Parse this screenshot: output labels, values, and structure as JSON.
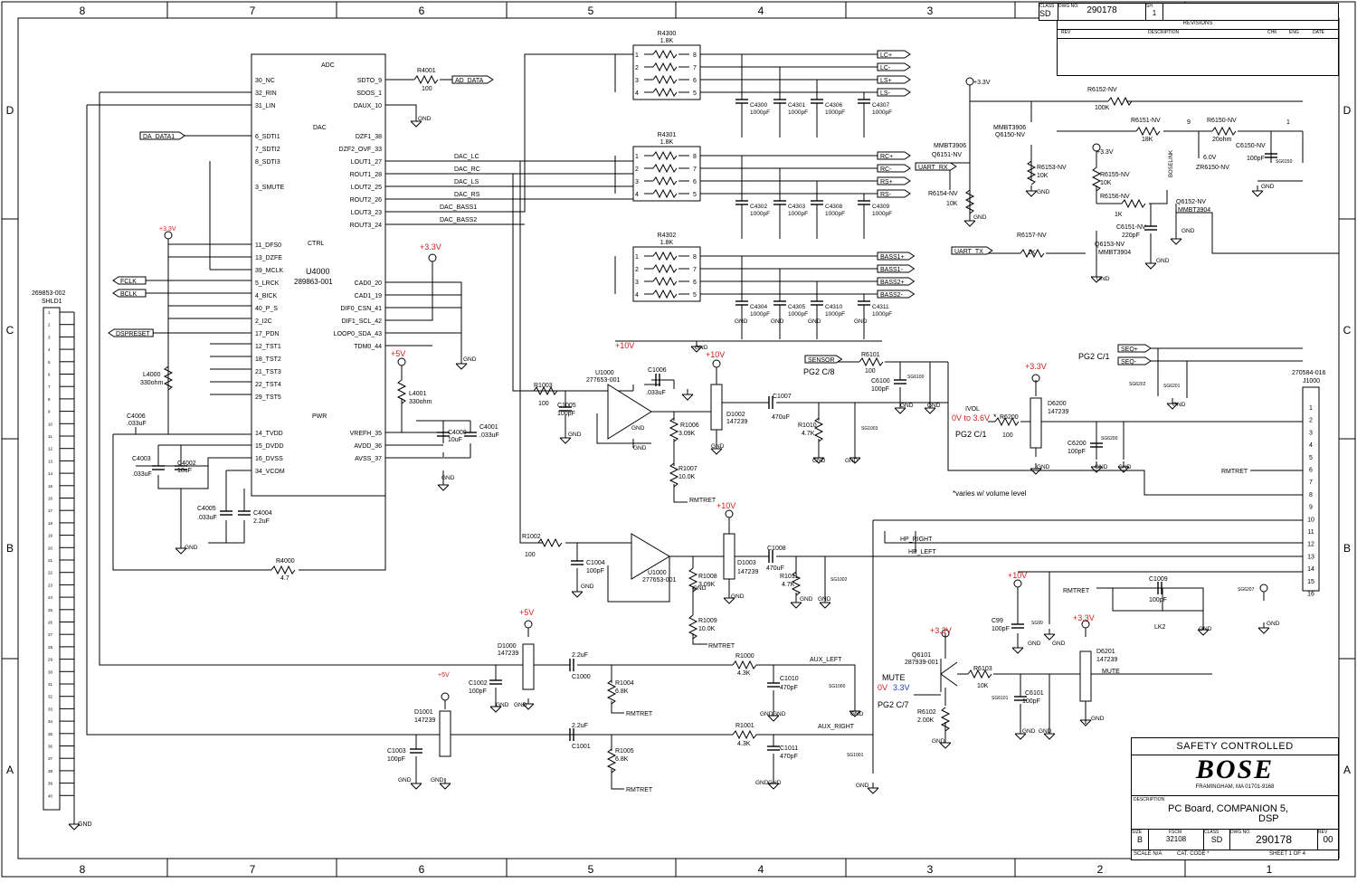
{
  "zones": {
    "cols_top": [
      "8",
      "7",
      "6",
      "5",
      "4",
      "3",
      "2",
      "1"
    ],
    "cols_bottom": [
      "8",
      "7",
      "6",
      "5",
      "4",
      "3",
      "2",
      "1"
    ],
    "rows": [
      "D",
      "C",
      "B",
      "A"
    ]
  },
  "title_strip": {
    "class_label": "CLASS",
    "class_value": "SD",
    "dwg_label": "DWG NO.",
    "dwg_value": "290178",
    "sh_label": "SH",
    "sh_value": "1",
    "revisions_title": "REVISIONS",
    "rev_cols": [
      "REV",
      "DESCRIPTION",
      "CHK",
      "ENG",
      "DATE"
    ]
  },
  "title_block": {
    "safety": "SAFETY CONTROLLED",
    "logo": "BOSE",
    "address": "FRAMINGHAM, MA 01701-9168",
    "desc_label": "DESCRIPTION",
    "desc_line1": "PC Board, COMPANION 5,",
    "desc_line2": "DSP",
    "size_label": "SIZE",
    "size": "B",
    "fscm_label": "FSCM",
    "fscm": "32108",
    "class_label": "CLASS",
    "class": "SD",
    "dwg_label": "DWG NO.",
    "dwg": "290178",
    "rev_label": "REV",
    "rev": "00",
    "scale": "SCALE N/A",
    "cat": "CAT. CODE *",
    "sheet": "SHEET 1 OF 4"
  },
  "connector_left": {
    "part": "269853-002",
    "ref": "SHLD1",
    "pins": [
      "1",
      "2",
      "3",
      "4",
      "5",
      "6",
      "7",
      "8",
      "9",
      "10",
      "11",
      "12",
      "13",
      "14",
      "15",
      "16",
      "17",
      "18",
      "19",
      "20",
      "21",
      "22",
      "23",
      "24",
      "25",
      "26",
      "27",
      "28",
      "29",
      "30",
      "31",
      "32",
      "33",
      "34",
      "35",
      "36",
      "37",
      "38",
      "39",
      "40"
    ],
    "gnd": "GND"
  },
  "u4000": {
    "ref": "U4000",
    "part": "289863-001",
    "sec_adc": "ADC",
    "sec_dac": "DAC",
    "sec_ctrl": "CTRL",
    "sec_pwr": "PWR",
    "left_pins": [
      "30_NC",
      "32_RIN",
      "31_LIN",
      "6_SDTI1",
      "7_SDTI2",
      "8_SDTI3",
      "3_SMUTE",
      "11_DFS0",
      "13_DZFE",
      "39_MCLK",
      "5_LRCK",
      "4_BICK",
      "40_P_S",
      "2_I2C",
      "17_PDN",
      "12_TST1",
      "18_TST2",
      "21_TST3",
      "22_TST4",
      "29_TST5",
      "14_TVDD",
      "15_DVDD",
      "16_DVSS",
      "34_VCOM"
    ],
    "right_pins": [
      "SDTO_9",
      "SDOS_1",
      "DAUX_10",
      "DZF1_38",
      "DZF2_OVF_33",
      "LOUT1_27",
      "ROUT1_28",
      "LOUT2_25",
      "ROUT2_26",
      "LOUT3_23",
      "ROUT3_24",
      "CAD0_20",
      "CAD1_19",
      "DIF0_CSN_41",
      "DIF1_SCL_42",
      "LOOP0_SDA_43",
      "TDM0_44",
      "VREFH_35",
      "AVDD_36",
      "AVSS_37"
    ]
  },
  "nets": {
    "ad_data": "AD_DATA",
    "da_data1": "DA_DATA1",
    "fclk": "FCLK",
    "bclk": "BCLK",
    "dspreset": "DSPRESET",
    "dac": [
      "DAC_LC",
      "DAC_RC",
      "DAC_LS",
      "DAC_RS",
      "DAC_BASS1",
      "DAC_BASS2"
    ],
    "out_lc": [
      "LC+",
      "LC-",
      "LS+",
      "LS-"
    ],
    "out_rc": [
      "RC+",
      "RC-",
      "RS+",
      "RS-"
    ],
    "out_bass": [
      "BASS1+",
      "BASS1-",
      "BASS2+",
      "BASS2-"
    ],
    "uart_rx": "UART_RX",
    "uart_tx": "UART_TX",
    "sensor": "SENSOR",
    "seq_p": "SEQ+",
    "seq_n": "SEQ-",
    "hp_right": "HP_RIGHT",
    "hp_left": "HP_LEFT",
    "aux_left": "AUX_LEFT",
    "aux_right": "AUX_RIGHT",
    "rmtret": "RMTRET",
    "mute": "MUTE",
    "mute_bar": "MUTE",
    "bose_link": "BOSELINK"
  },
  "labels": {
    "gnd": "GND",
    "p33": "+3.3V",
    "p5": "+5V",
    "p10": "+10V",
    "pg2c8": "PG2 C/8",
    "pg2c1a": "PG2 C/1",
    "pg2c1b": "PG2 C/1",
    "pg2c7": "PG2 C/7",
    "ivol": "IVOL",
    "ivol_range": "0V to 3.6V",
    "ivol_star": "*",
    "mute_0v": "0V",
    "mute_33": "3.3V",
    "varies": "*varies w/ volume level",
    "node9": "9",
    "node1": "1"
  },
  "arrays": [
    {
      "ref": "R4300",
      "val": "1.8K"
    },
    {
      "ref": "R4301",
      "val": "1.8K"
    },
    {
      "ref": "R4302",
      "val": "1.8K"
    }
  ],
  "array_pins_left": [
    "1",
    "2",
    "3",
    "4"
  ],
  "array_pins_right": [
    "8",
    "7",
    "6",
    "5"
  ],
  "caps_bank": [
    [
      "C4300",
      "1000pF"
    ],
    [
      "C4301",
      "1000pF"
    ],
    [
      "C4306",
      "1000pF"
    ],
    [
      "C4307",
      "1000pF"
    ],
    [
      "C4302",
      "1000pF"
    ],
    [
      "C4303",
      "1000pF"
    ],
    [
      "C4308",
      "1000pF"
    ],
    [
      "C4309",
      "1000pF"
    ],
    [
      "C4304",
      "1000pF"
    ],
    [
      "C4305",
      "1000pF"
    ],
    [
      "C4310",
      "1000pF"
    ],
    [
      "C4311",
      "1000pF"
    ]
  ],
  "parts": {
    "r4001": [
      "R4001",
      "100"
    ],
    "l4000": [
      "L4000",
      "330ohm"
    ],
    "l4001": [
      "L4001",
      "330ohm"
    ],
    "c4006": [
      "C4006",
      ".033uF"
    ],
    "c4003": [
      "C4003",
      ".033uF"
    ],
    "c4002": [
      "C4002",
      "10uF"
    ],
    "c4005": [
      "C4005",
      ".033uF"
    ],
    "c4004": [
      "C4004",
      "2.2uF"
    ],
    "c4000": [
      "C4000",
      "10uF"
    ],
    "c4001": [
      "C4001",
      ".033uF"
    ],
    "r4000": [
      "R4000",
      "4.7"
    ],
    "r1003": [
      "R1003",
      "100"
    ],
    "c1005": [
      "C1005",
      "100pF"
    ],
    "u1000a": [
      "U1000",
      "277653-001"
    ],
    "c1006": [
      "C1006",
      ".033uF"
    ],
    "r1006": [
      "R1006",
      "3.09K"
    ],
    "r1007": [
      "R1007",
      "10.0K"
    ],
    "d1002": [
      "D1002",
      "147239"
    ],
    "c1007": [
      "C1007",
      "470uF"
    ],
    "r1010": [
      "R1010",
      "4.7K"
    ],
    "sg1003": "SG1003",
    "r1002": [
      "R1002",
      "100"
    ],
    "c1004": [
      "C1004",
      "100pF"
    ],
    "u1000b": [
      "U1000",
      "277653-001"
    ],
    "r1008": [
      "R1008",
      "3.09K"
    ],
    "r1009": [
      "R1009",
      "10.0K"
    ],
    "d1003": [
      "D1003",
      "147239"
    ],
    "c1008": [
      "C1008",
      "470uF"
    ],
    "r1011": [
      "R1011",
      "4.7K"
    ],
    "sg1002": "SG1002",
    "d1000": [
      "D1000",
      "147239"
    ],
    "c1002": [
      "C1002",
      "100pF"
    ],
    "c1000": [
      "C1000",
      "2.2uF"
    ],
    "r1004": [
      "R1004",
      "6.8K"
    ],
    "r1000": [
      "R1000",
      "4.3K"
    ],
    "c1010": [
      "C1010",
      "470pF"
    ],
    "sg1000": "SG1000",
    "d1001": [
      "D1001",
      "147239"
    ],
    "c1003": [
      "C1003",
      "100pF"
    ],
    "c1001": [
      "C1001",
      "2.2uF"
    ],
    "r1005": [
      "R1005",
      "6.8K"
    ],
    "r1001": [
      "R1001",
      "4.3K"
    ],
    "c1011": [
      "C1011",
      "470pF"
    ],
    "sg1001": "SG1001",
    "r6101": [
      "R6101",
      "100"
    ],
    "c6100": [
      "C6100",
      "100pF"
    ],
    "sg6100": "SG6100",
    "r6200": [
      "R6200",
      "100"
    ],
    "d6200": [
      "D6200",
      "147239"
    ],
    "c6200": [
      "C6200",
      "100pF"
    ],
    "sg6200": "SG6200",
    "sg6202": "SG6202",
    "sg6201": "SG6201",
    "j1000": [
      "270584-016",
      "J1000"
    ],
    "j_pins": [
      "1",
      "2",
      "3",
      "4",
      "5",
      "6",
      "7",
      "8",
      "9",
      "10",
      "11",
      "12",
      "13",
      "14",
      "15",
      "16"
    ],
    "c99": [
      "C99",
      "100pF"
    ],
    "sg99": "SG99",
    "sg6207": "SG6207",
    "c1009": [
      "C1009",
      "100pF"
    ],
    "lk2": "LK2",
    "q6101": [
      "Q6101",
      "287939-001"
    ],
    "r6103": [
      "R6103",
      "10K"
    ],
    "r6102": [
      "R6102",
      "2.00K"
    ],
    "c6101": [
      "C6101",
      "100pF"
    ],
    "sg6101": "SG6101",
    "d6201": [
      "D6201",
      "147239"
    ],
    "r6152": [
      "R6152-NV",
      "100K"
    ],
    "r6151": [
      "R6151-NV",
      "18K"
    ],
    "r6150": [
      "R6150-NV",
      "20ohm"
    ],
    "c6150": [
      "C6150-NV",
      "100pF"
    ],
    "zr6150": [
      "6.0V",
      "ZR6150-NV"
    ],
    "sg6150": "SG6150",
    "q6150": [
      "MMBT3906",
      "Q6150-NV"
    ],
    "q6151": [
      "MMBT3906",
      "Q6151-NV"
    ],
    "r6153": [
      "R6153-NV",
      "10K"
    ],
    "r6154": [
      "R6154-NV",
      "10K"
    ],
    "r6155": [
      "R6155-NV",
      "10K"
    ],
    "r6156": [
      "R6156-NV",
      "1K"
    ],
    "q6152": [
      "Q6152-NV",
      "MMBT3904"
    ],
    "c6151": [
      "C6151-NV",
      "220pF"
    ],
    "r6157": [
      "R6157-NV",
      "1K"
    ],
    "q6153": [
      "Q6153-NV",
      "MMBT3904"
    ]
  }
}
